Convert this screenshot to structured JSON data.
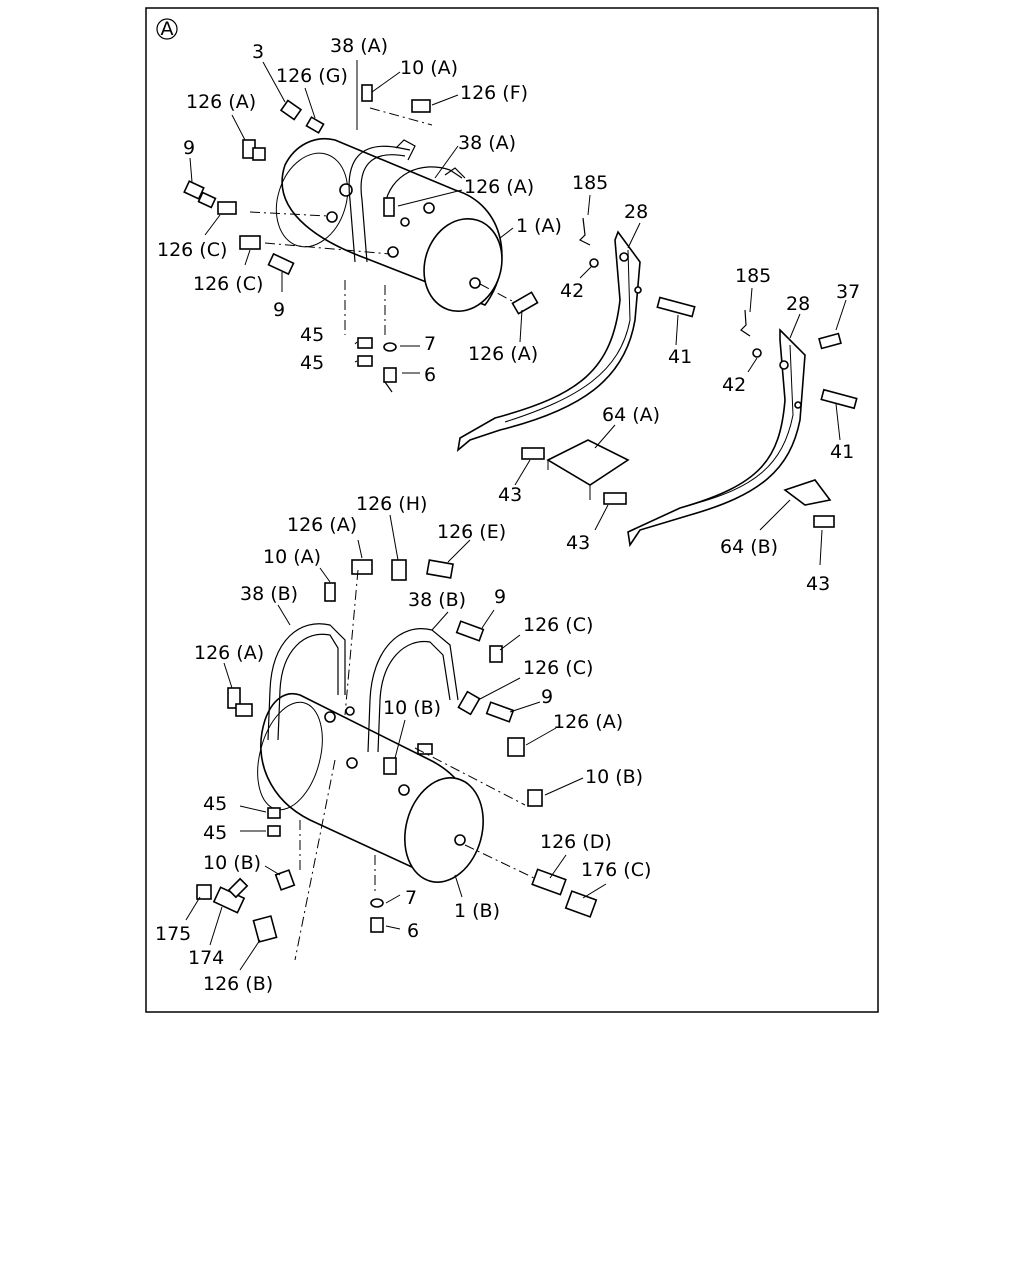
{
  "diagram": {
    "view_marker": "A",
    "callouts": [
      "3",
      "126 (G)",
      "38 (A)",
      "10 (A)",
      "126 (F)",
      "126 (A)",
      "9",
      "38 (A)",
      "126 (A)",
      "1 (A)",
      "126 (C)",
      "126 (C)",
      "9",
      "45",
      "45",
      "7",
      "6",
      "126 (A)",
      "185",
      "28",
      "42",
      "41",
      "185",
      "37",
      "28",
      "42",
      "41",
      "64 (A)",
      "43",
      "43",
      "64 (B)",
      "43",
      "126 (H)",
      "126 (A)",
      "126 (E)",
      "10 (A)",
      "38 (B)",
      "38 (B)",
      "9",
      "126 (C)",
      "126 (A)",
      "126 (C)",
      "10 (B)",
      "9",
      "126 (A)",
      "10 (B)",
      "45",
      "45",
      "10 (B)",
      "126 (D)",
      "176 (C)",
      "7",
      "175",
      "174",
      "6",
      "1 (B)",
      "126 (B)"
    ]
  }
}
